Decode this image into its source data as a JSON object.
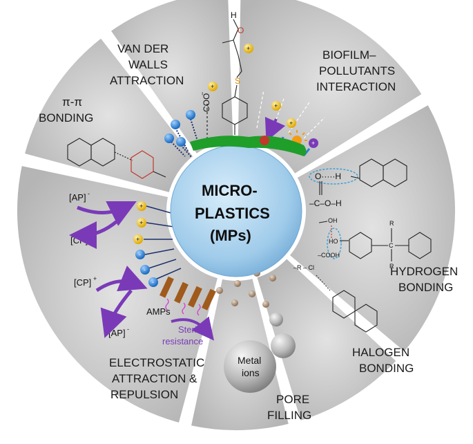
{
  "center": {
    "line1": "MICRO-",
    "line2": "PLASTICS",
    "line3": "(MPs)"
  },
  "segments": {
    "pi_pi": {
      "line1": "π-π",
      "line2": "BONDING"
    },
    "vdw": {
      "line1": "VAN DER",
      "line2": "WALLS",
      "line3": "ATTRACTION"
    },
    "biofilm": {
      "line1": "BIOFILM–",
      "line2": "POLLUTANTS",
      "line3": "INTERACTION"
    },
    "hydrogen": {
      "line1": "HYDROGEN",
      "line2": "BONDING"
    },
    "halogen": {
      "line1": "HALOGEN",
      "line2": "BONDING"
    },
    "pore": {
      "line1": "PORE",
      "line2": "FILLING"
    },
    "electro": {
      "line1": "ELECTROSTATIC",
      "line2": "ATTRACTION &",
      "line3": "REPULSION"
    }
  },
  "chem": {
    "coo": "COO",
    "coo_charge": "−",
    "h_atom": "H",
    "o_atom": "O",
    "s_atom": "S",
    "o_h_bond": "O·····H",
    "c_o_h": "–C–O–H",
    "oh": "OH",
    "ho": "HO",
    "cooh": "–COOH",
    "r_top": "R",
    "r_bottom": "R",
    "c_center": "C",
    "r_cl": "–R – Cl",
    "ap_minus_1": "[AP]",
    "ap_minus_2": "[AP]",
    "cp_plus_1": "[CP]",
    "cp_plus_2": "[CP]",
    "minus_sup": "-",
    "plus_sup": "+",
    "amps": "AMPs",
    "steric_1": "Steric",
    "steric_2": "resistance",
    "metal_1": "Metal",
    "metal_2": "ions",
    "plus_sign": "+",
    "minus_sign": "-"
  },
  "colors": {
    "segment_fill": "#c4c4c4",
    "segment_fill_light": "#d8d8d8",
    "core_fill": "#a9d2ee",
    "core_edge": "#6fa8d4",
    "purple": "#7a3ab8",
    "biofilm_green": "#1f9e2a",
    "positive_ion": "#f0c419",
    "negative_ion": "#2b7fd3",
    "amp_brown": "#a05a1c",
    "red_ring": "#c0392b"
  }
}
